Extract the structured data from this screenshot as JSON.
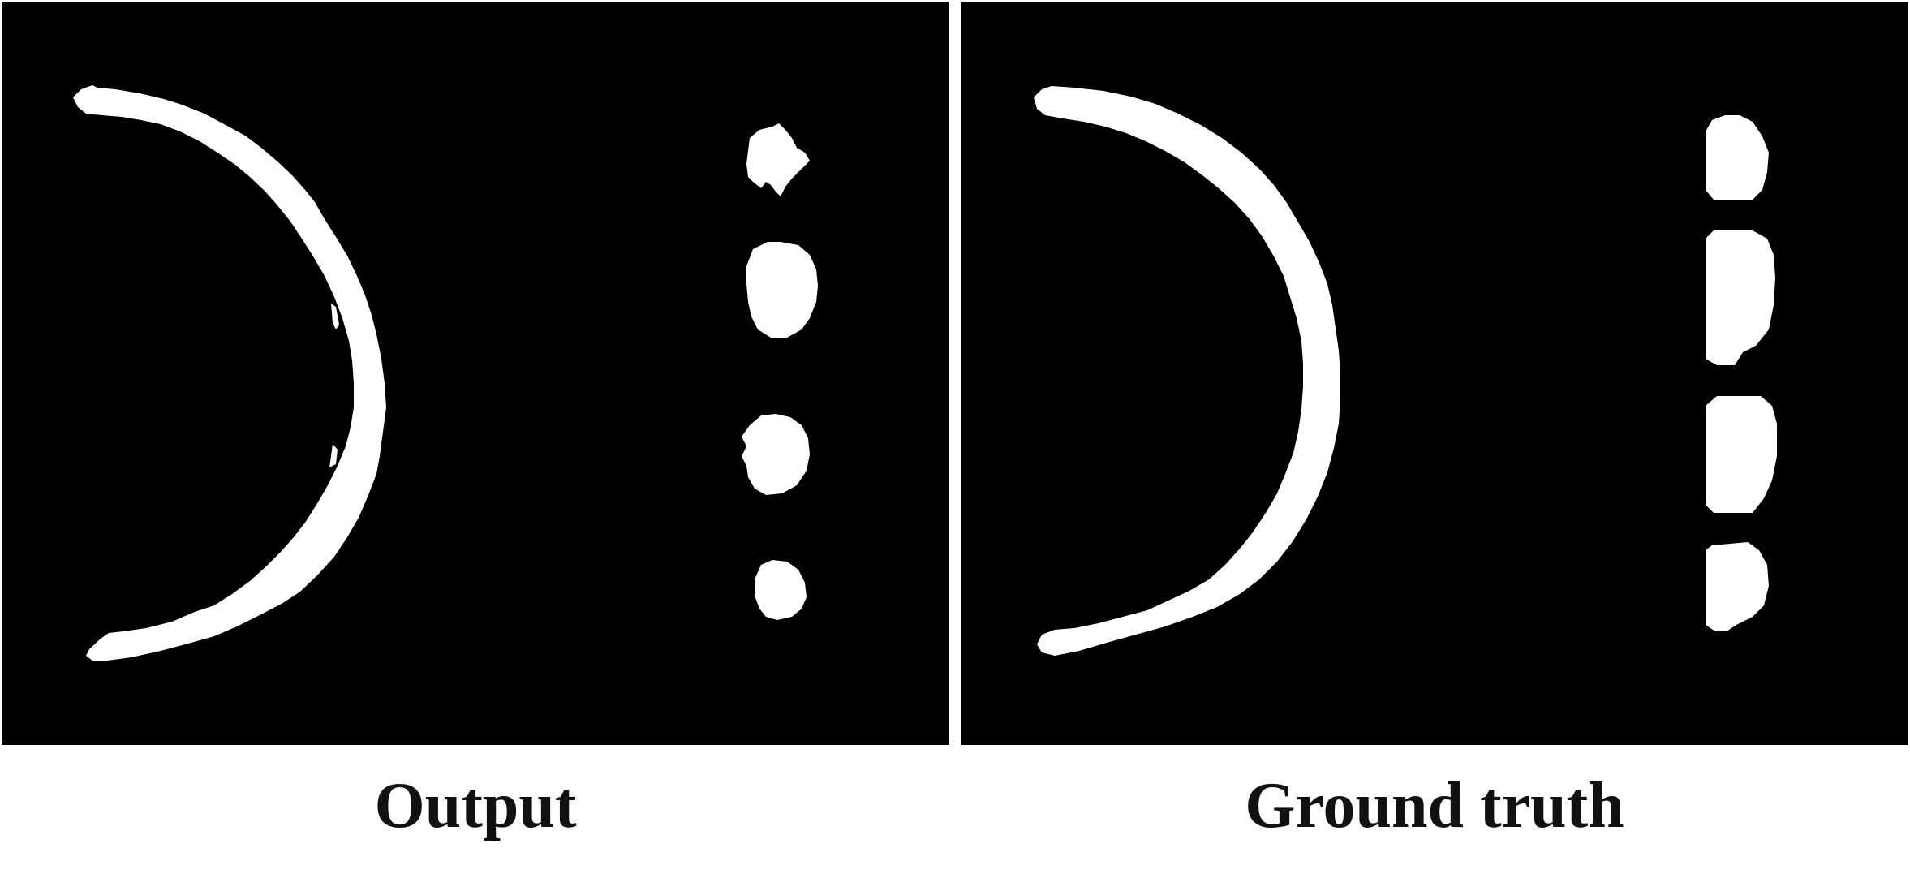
{
  "figure": {
    "background_color": "#ffffff",
    "mask_color": "#ffffff",
    "panel_color": "#000000",
    "panels": [
      {
        "caption": "Output",
        "content": "segmentation mask: crescent arc and four blobs"
      },
      {
        "caption": "Ground truth",
        "content": "segmentation mask: crescent arc and four blobs"
      }
    ]
  }
}
